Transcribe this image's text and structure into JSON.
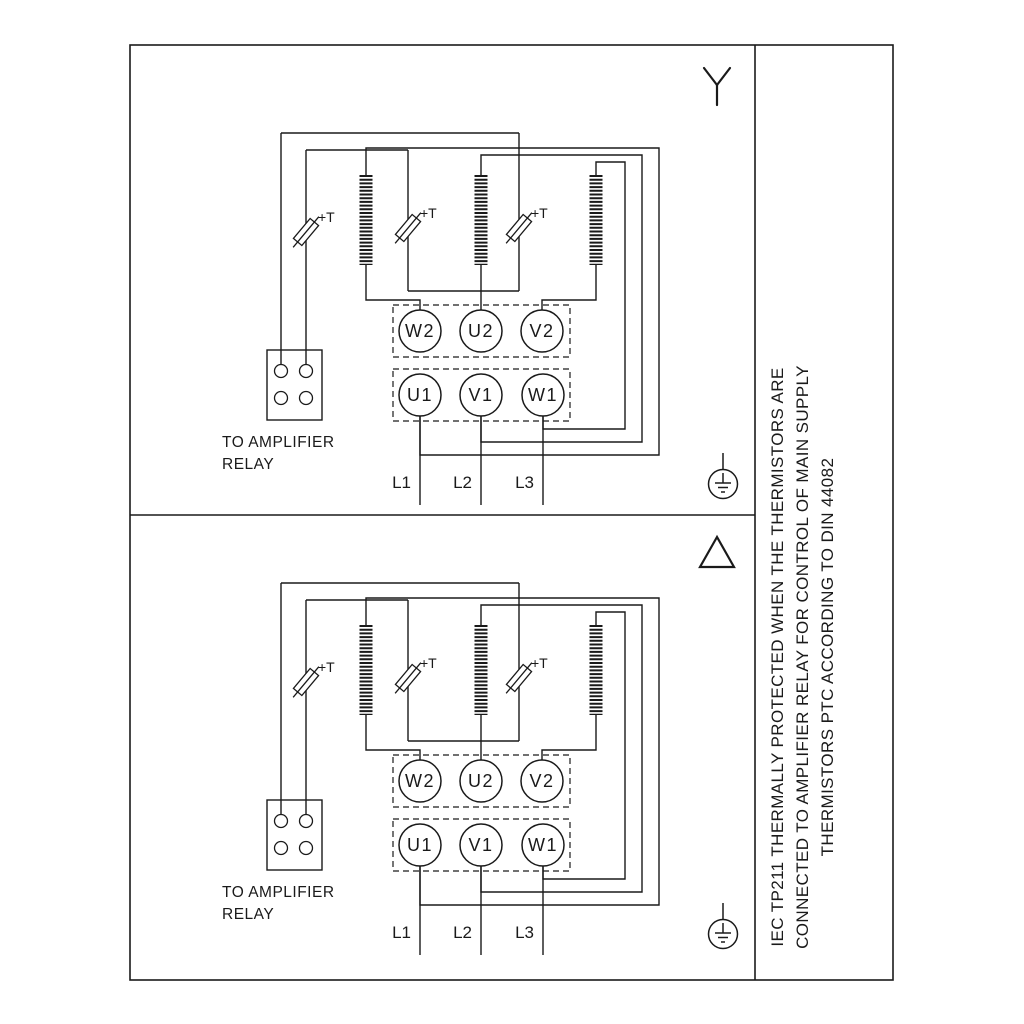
{
  "note_panel": {
    "lines": [
      "IEC TP211 THERMALLY PROTECTED WHEN THE THERMISTORS ARE",
      "CONNECTED TO AMPLIFIER RELAY FOR CONTROL OF MAIN SUPPLY",
      "THERMISTORS PTC ACCORDING TO DIN 44082"
    ]
  },
  "sections": [
    {
      "connection": "star",
      "terminals_top": [
        "W2",
        "U2",
        "V2"
      ],
      "terminals_bottom": [
        "U1",
        "V1",
        "W1"
      ],
      "thermistor_labels": [
        "+T",
        "+T",
        "+T"
      ],
      "relay_caption_lines": [
        "TO AMPLIFIER",
        "RELAY"
      ],
      "supply_labels": [
        "L1",
        "L2",
        "L3"
      ]
    },
    {
      "connection": "delta",
      "terminals_top": [
        "W2",
        "U2",
        "V2"
      ],
      "terminals_bottom": [
        "U1",
        "V1",
        "W1"
      ],
      "thermistor_labels": [
        "+T",
        "+T",
        "+T"
      ],
      "relay_caption_lines": [
        "TO AMPLIFIER",
        "RELAY"
      ],
      "supply_labels": [
        "L1",
        "L2",
        "L3"
      ]
    }
  ],
  "colors": {
    "line": "#1a1a1a",
    "background": "#ffffff"
  }
}
